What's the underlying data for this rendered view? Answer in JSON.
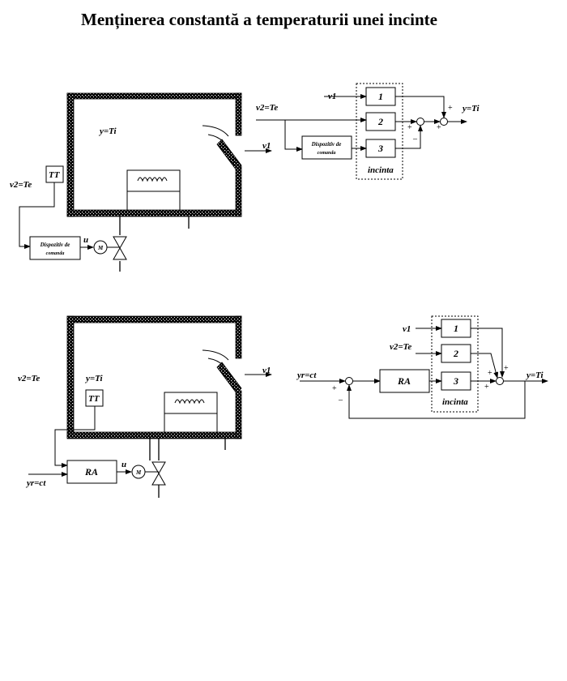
{
  "title": "Menținerea constantă a temperaturii unei incinte",
  "figure1": {
    "left": {
      "y_label": "y=Ti",
      "v1_label": "v1",
      "v2_label": "v2=Te",
      "tt_label": "TT",
      "dispozitiv_line1": "Dispozitiv de",
      "dispozitiv_line2": "comanda",
      "u_label": "u",
      "motor_label": "M"
    },
    "right": {
      "v1_label": "v1",
      "v2_label": "v2=Te",
      "y_label": "y=Ti",
      "block1": "1",
      "block2": "2",
      "block3": "3",
      "enclosure_label": "incinta",
      "dispozitiv_line1": "Dispozitiv de",
      "dispozitiv_line2": "comanda",
      "plus": "+",
      "minus": "–"
    }
  },
  "figure2": {
    "left": {
      "v1_label": "v1",
      "v2_label": "v2=Te",
      "y_label": "y=Ti",
      "tt_label": "TT",
      "ra_label": "RA",
      "u_label": "u",
      "motor_label": "M",
      "yr_label": "yr=ct"
    },
    "right": {
      "v1_label": "v1",
      "v2_label": "v2=Te",
      "yr_label": "yr=ct",
      "y_label": "y=Ti",
      "ra_label": "RA",
      "block1": "1",
      "block2": "2",
      "block3": "3",
      "enclosure_label": "incinta",
      "plus": "+",
      "minus": "–"
    }
  }
}
